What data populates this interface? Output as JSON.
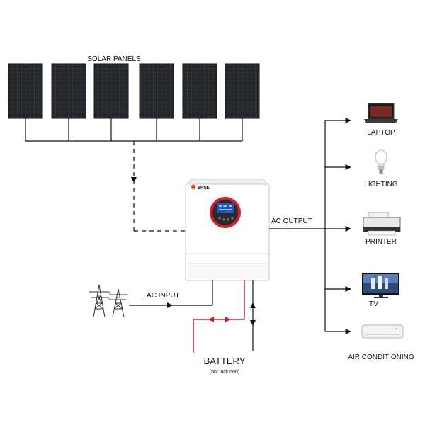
{
  "solar": {
    "label": "SOLAR PANELS",
    "panel_count": 6
  },
  "inverter": {
    "brand": "SRNE"
  },
  "ac_output": {
    "label": "AC OUTPUT"
  },
  "ac_input": {
    "label": "AC INPUT"
  },
  "battery": {
    "label": "BATTERY",
    "note": "(not included)"
  },
  "devices": [
    {
      "label": "LAPTOP",
      "icon": "laptop-icon"
    },
    {
      "label": "LIGHTING",
      "icon": "bulb-icon"
    },
    {
      "label": "PRINTER",
      "icon": "printer-icon"
    },
    {
      "label": "TV",
      "icon": "tv-icon"
    },
    {
      "label": "AIR CONDITIONING",
      "icon": "air-conditioner-icon"
    }
  ],
  "colors": {
    "line": "#111111",
    "battery_positive": "#cc1f2a",
    "panel": "#23262b",
    "panel_grid": "#3c4046"
  }
}
